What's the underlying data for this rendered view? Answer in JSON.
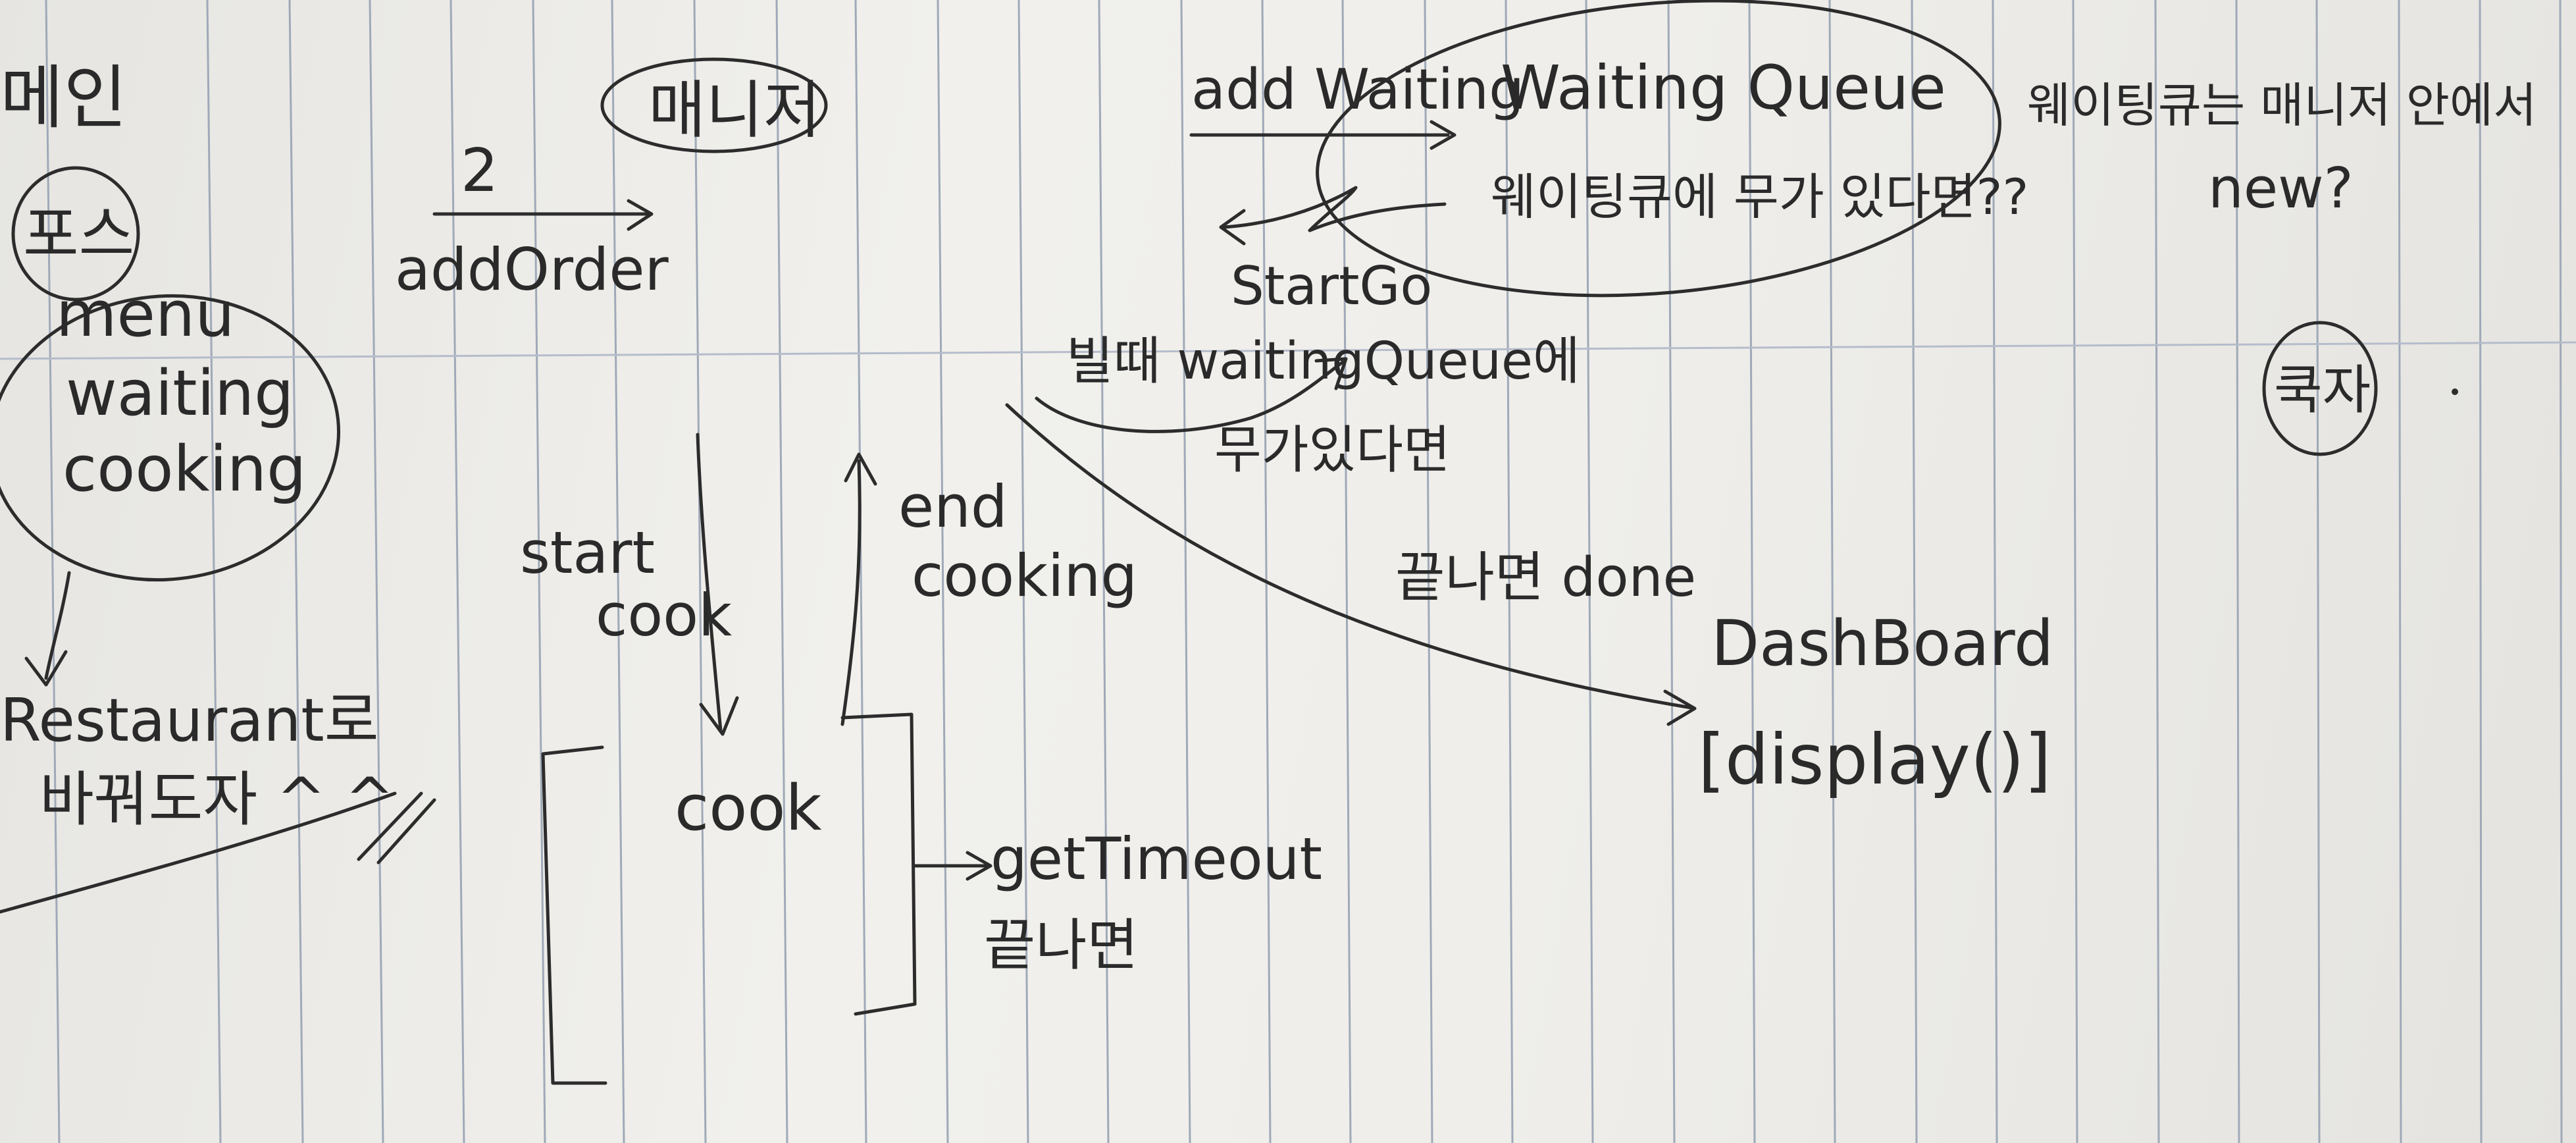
{
  "notes": {
    "main_label": "메인",
    "pos_label": "포스",
    "pos_items": [
      "menu",
      "waiting",
      "cooking"
    ],
    "restaurant_line1": "Restaurant로",
    "restaurant_line2": "바꿔도자 ^ ^",
    "manager_label": "매니저",
    "add_order_marker": "2",
    "add_order_label": "addOrder",
    "add_waiting_label": "add Waiting",
    "waiting_queue_title": "Waiting Queue",
    "waiting_queue_question": "웨이팅큐에 무가 있다면??",
    "start_go_label": "StartGo",
    "waiting_queue_check_line1": "빌때 waitingQueue에",
    "waiting_queue_check_line2": "무가있다면",
    "start_cook_line1": "start",
    "start_cook_line2": "cook",
    "end_cooking_line1": "end",
    "end_cooking_line2": "cooking",
    "cook_label": "cook",
    "get_timeout_line1": "getTimeout",
    "get_timeout_line2": "끝나면",
    "done_label": "끝나면 done",
    "dashboard_label": "DashBoard",
    "display_label": "[display()]",
    "side_note_line1": "웨이팅큐는 매니저 안에서",
    "side_note_line2": "new?",
    "chef_label": "쿡자"
  }
}
